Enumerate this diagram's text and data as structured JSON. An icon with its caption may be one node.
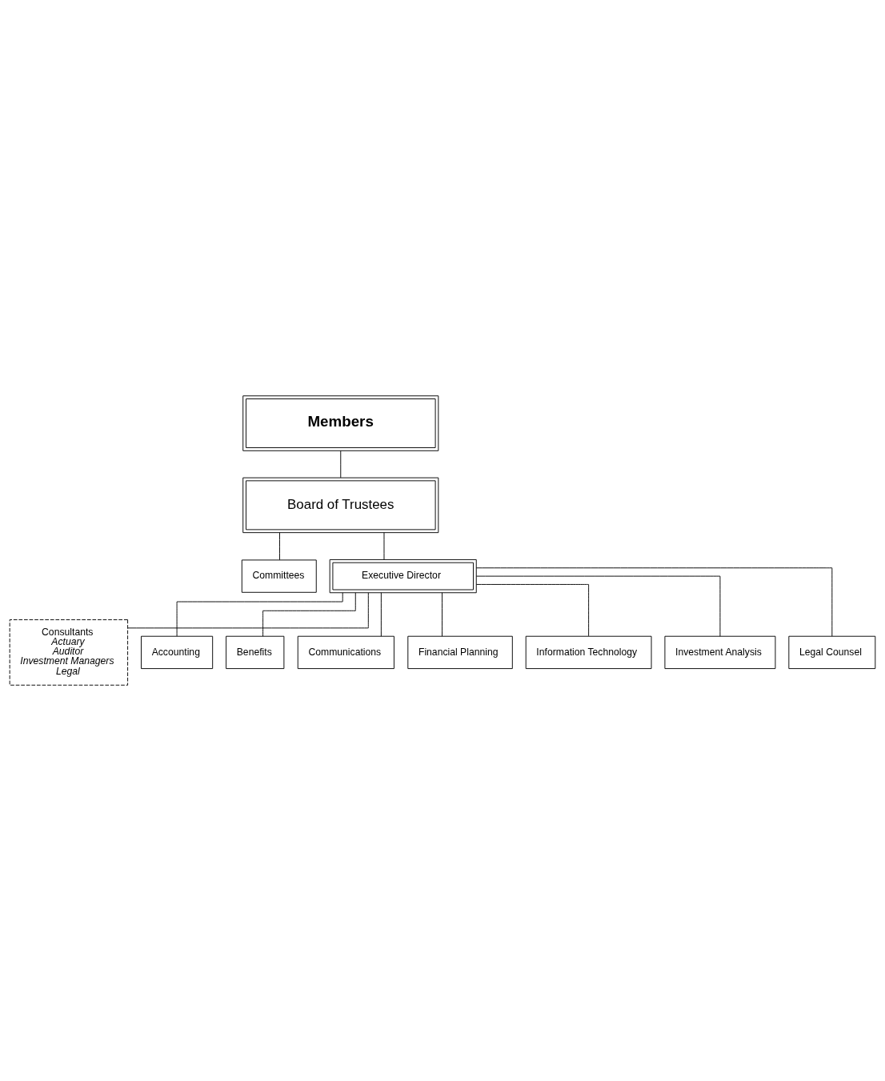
{
  "diagram": {
    "nodes": [
      {
        "text": [
          "Members"
        ]
      },
      {
        "text": [
          "Board of Trustees"
        ]
      },
      {
        "text": [
          "Committees"
        ]
      },
      {
        "text": [
          "Executive Director"
        ]
      },
      {
        "text": [
          "Consultants",
          "Actuary",
          "Auditor",
          "Investment Managers",
          "Legal"
        ]
      },
      {
        "text": [
          "Accounting"
        ]
      },
      {
        "text": [
          "Benefits"
        ]
      },
      {
        "text": [
          "Communications"
        ]
      },
      {
        "text": [
          "Financial Planning"
        ]
      },
      {
        "text": [
          "Information Technology"
        ]
      },
      {
        "text": [
          "Investment Analysis"
        ]
      },
      {
        "text": [
          "Legal Counsel"
        ]
      }
    ],
    "edges": [
      {
        "from": 0,
        "to": 1,
        "arrow": "none"
      },
      {
        "from": 1,
        "to": 3,
        "arrow": "none"
      },
      {
        "from": 1,
        "to": 2,
        "arrow": "none"
      },
      {
        "from": 3,
        "to": 4,
        "arrow": "none"
      },
      {
        "from": 3,
        "to": 5,
        "arrow": "none"
      },
      {
        "from": 3,
        "to": 6,
        "arrow": "none"
      },
      {
        "from": 3,
        "to": 7,
        "arrow": "none"
      },
      {
        "from": 3,
        "to": 8,
        "arrow": "none"
      },
      {
        "from": 3,
        "to": 9,
        "arrow": "none"
      },
      {
        "from": 3,
        "to": 10,
        "arrow": "none"
      },
      {
        "from": 3,
        "to": 11,
        "arrow": "none"
      }
    ]
  }
}
